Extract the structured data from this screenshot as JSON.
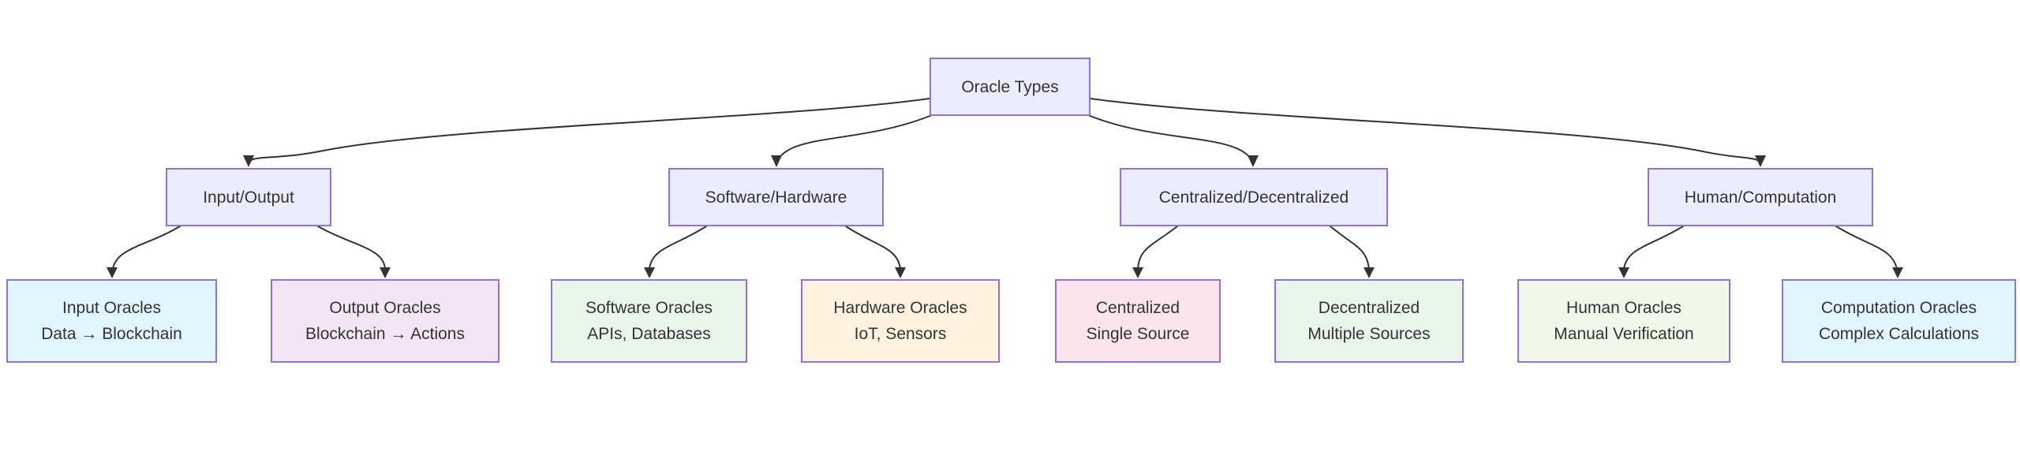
{
  "diagram": {
    "root": {
      "label": "Oracle Types"
    },
    "categories": [
      {
        "label": "Input/Output"
      },
      {
        "label": "Software/Hardware"
      },
      {
        "label": "Centralized/Decentralized"
      },
      {
        "label": "Human/Computation"
      }
    ],
    "leaves": [
      {
        "label": "Input Oracles",
        "sublabel": "Data → Blockchain"
      },
      {
        "label": "Output Oracles",
        "sublabel": "Blockchain → Actions"
      },
      {
        "label": "Software Oracles",
        "sublabel": "APIs, Databases"
      },
      {
        "label": "Hardware Oracles",
        "sublabel": "IoT, Sensors"
      },
      {
        "label": "Centralized",
        "sublabel": "Single Source"
      },
      {
        "label": "Decentralized",
        "sublabel": "Multiple Sources"
      },
      {
        "label": "Human Oracles",
        "sublabel": "Manual Verification"
      },
      {
        "label": "Computation Oracles",
        "sublabel": "Complex Calculations"
      }
    ],
    "edges": [
      {
        "from": "Oracle Types",
        "to": "Input/Output"
      },
      {
        "from": "Oracle Types",
        "to": "Software/Hardware"
      },
      {
        "from": "Oracle Types",
        "to": "Centralized/Decentralized"
      },
      {
        "from": "Oracle Types",
        "to": "Human/Computation"
      },
      {
        "from": "Input/Output",
        "to": "Input Oracles"
      },
      {
        "from": "Input/Output",
        "to": "Output Oracles"
      },
      {
        "from": "Software/Hardware",
        "to": "Software Oracles"
      },
      {
        "from": "Software/Hardware",
        "to": "Hardware Oracles"
      },
      {
        "from": "Centralized/Decentralized",
        "to": "Centralized"
      },
      {
        "from": "Centralized/Decentralized",
        "to": "Decentralized"
      },
      {
        "from": "Human/Computation",
        "to": "Human Oracles"
      },
      {
        "from": "Human/Computation",
        "to": "Computation Oracles"
      }
    ],
    "colors": {
      "canvas_bg": "#ffffff",
      "edge": "#333333",
      "node_border": "#9370db",
      "category_fill": "#ececff",
      "leaf_fills": [
        "#e1f5fe",
        "#f3e5f5",
        "#e8f5e9",
        "#fff3e0",
        "#fce4ec",
        "#e8f5e9",
        "#f1f8e9",
        "#e1f5fe"
      ]
    }
  }
}
